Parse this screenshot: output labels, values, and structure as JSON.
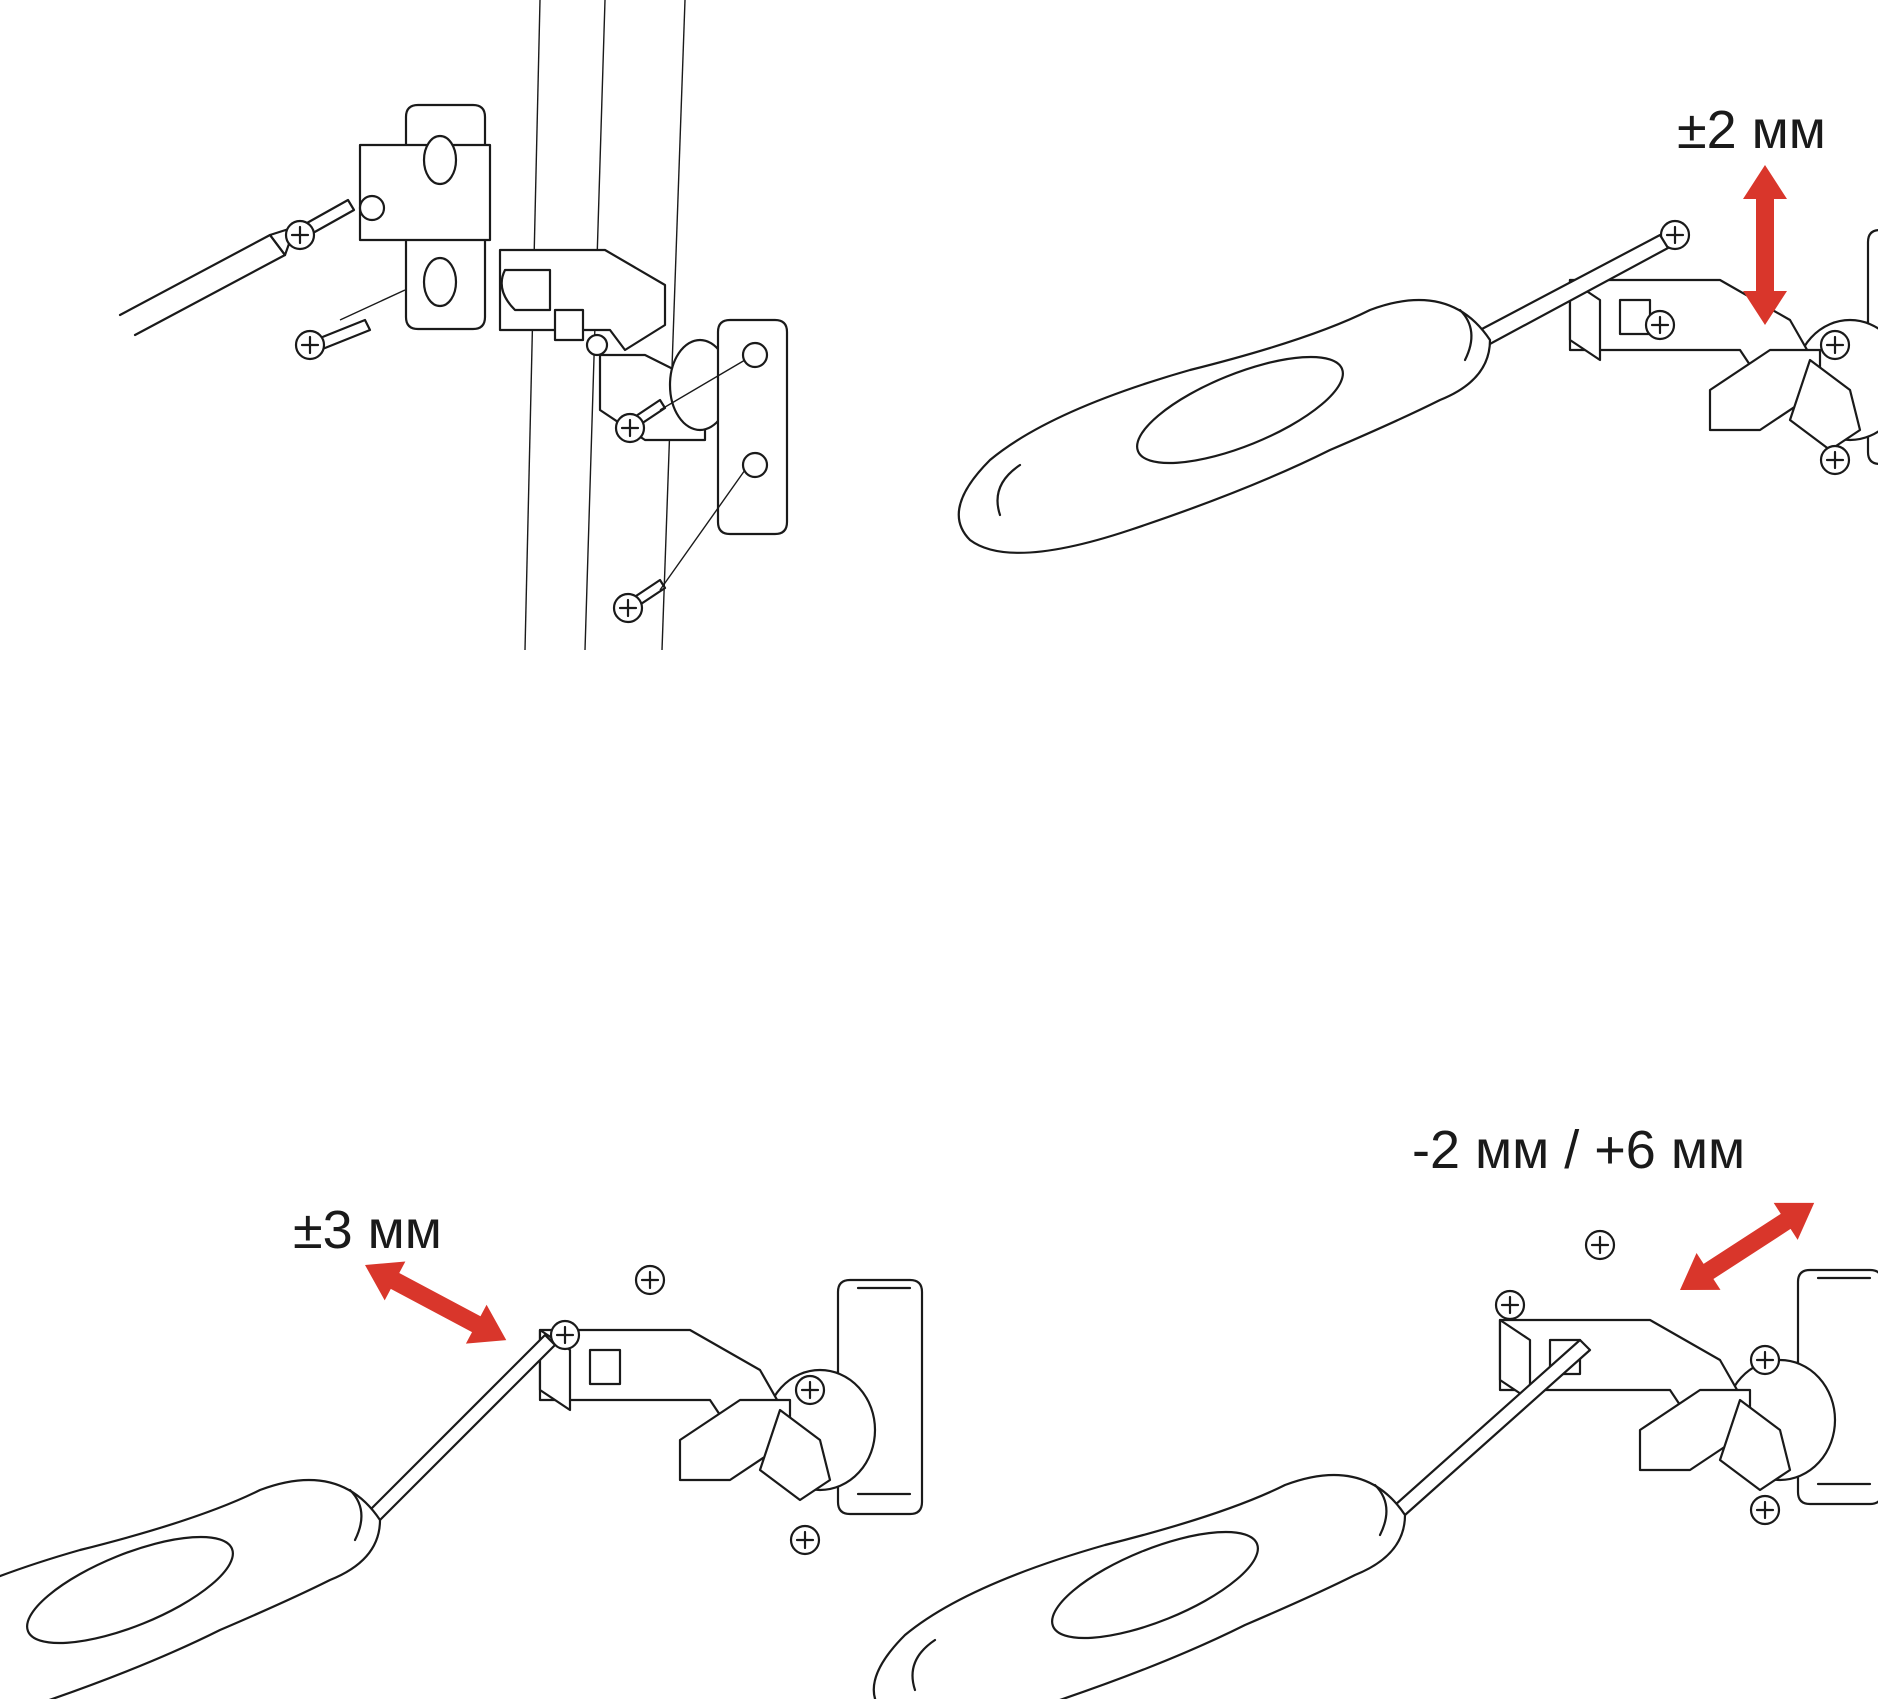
{
  "labels": {
    "vertical_adjustment": "±2 мм",
    "lateral_adjustment": "±3 мм",
    "depth_adjustment": "-2 мм / +6 мм"
  },
  "colors": {
    "arrow": "#d9362b",
    "line": "#1a1a1a",
    "background": "#ffffff"
  },
  "icons": [
    "screwdriver-icon",
    "hinge-icon",
    "mounting-plate-icon",
    "screw-icon",
    "double-arrow-icon"
  ]
}
